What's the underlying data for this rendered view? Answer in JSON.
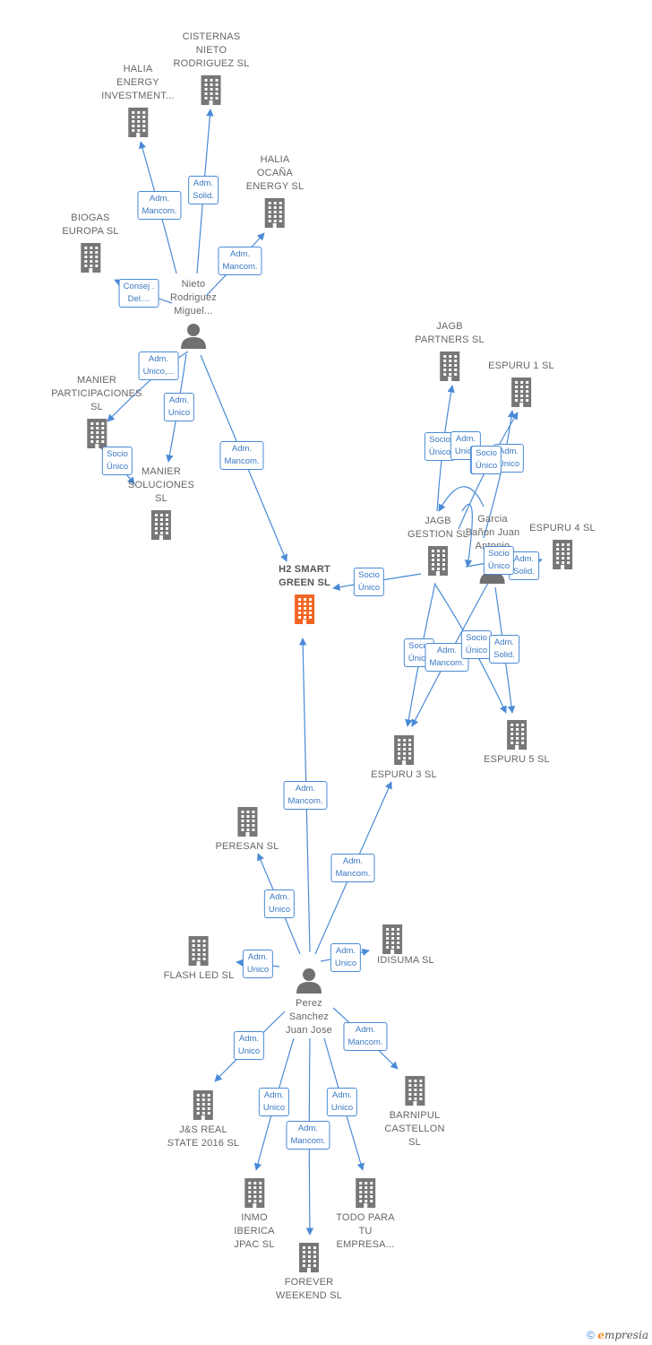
{
  "colors": {
    "edge": "#4a8ad6",
    "company": "#777777",
    "focus": "#f26522",
    "person": "#707070"
  },
  "nodes": [
    {
      "id": "cisternas",
      "type": "company",
      "label": "CISTERNAS\nNIETO\nRODRIGUEZ SL"
    },
    {
      "id": "halia_inv",
      "type": "company",
      "label": "HALIA\nENERGY\nINVESTMENT..."
    },
    {
      "id": "halia_ocana",
      "type": "company",
      "label": "HALIA\nOCAÑA\nENERGY  SL"
    },
    {
      "id": "biogas",
      "type": "company",
      "label": "BIOGAS\nEUROPA  SL"
    },
    {
      "id": "nieto",
      "type": "person",
      "label": "Nieto\nRodriguez\nMiguel..."
    },
    {
      "id": "manier_part",
      "type": "company",
      "label": "MANIER\nPARTICIPACIONES\nSL"
    },
    {
      "id": "manier_sol",
      "type": "company",
      "label": "MANIER\nSOLUCIONES\nSL"
    },
    {
      "id": "h2",
      "type": "focus",
      "label": "H2 SMART\nGREEN  SL"
    },
    {
      "id": "jagb_partners",
      "type": "company",
      "label": "JAGB\nPARTNERS  SL"
    },
    {
      "id": "espuru1",
      "type": "company",
      "label": "ESPURU 1  SL"
    },
    {
      "id": "jagb_gestion",
      "type": "company",
      "label": "JAGB\nGESTION  SL"
    },
    {
      "id": "garcia",
      "type": "person",
      "label": "Garcia\nBañon Juan\nAntonio"
    },
    {
      "id": "espuru4",
      "type": "company",
      "label": "ESPURU 4  SL"
    },
    {
      "id": "espuru3",
      "type": "company",
      "label": "ESPURU 3  SL"
    },
    {
      "id": "espuru5",
      "type": "company",
      "label": "ESPURU 5  SL"
    },
    {
      "id": "peresan",
      "type": "company",
      "label": "PERESAN SL"
    },
    {
      "id": "flashled",
      "type": "company",
      "label": "FLASH LED SL"
    },
    {
      "id": "idisuma",
      "type": "company",
      "label": "IDISUMA SL"
    },
    {
      "id": "perez",
      "type": "person",
      "label": "Perez\nSanchez\nJuan Jose"
    },
    {
      "id": "js",
      "type": "company",
      "label": "J&S REAL\nSTATE 2016  SL"
    },
    {
      "id": "barnipul",
      "type": "company",
      "label": "BARNIPUL\nCASTELLON\nSL"
    },
    {
      "id": "inmo",
      "type": "company",
      "label": "INMO\nIBERICA\nJPAC  SL"
    },
    {
      "id": "todo",
      "type": "company",
      "label": "TODO PARA\nTU\nEMPRESA..."
    },
    {
      "id": "forever",
      "type": "company",
      "label": "FOREVER\nWEEKEND SL"
    }
  ],
  "edges": [
    {
      "from": "nieto",
      "to": "halia_inv",
      "label": "Adm.\nMancom."
    },
    {
      "from": "nieto",
      "to": "cisternas",
      "label": "Adm.\nSolid."
    },
    {
      "from": "nieto",
      "to": "halia_ocana",
      "label": "Adm.\nMancom."
    },
    {
      "from": "nieto",
      "to": "biogas",
      "label": "Consej .\nDel...."
    },
    {
      "from": "nieto",
      "to": "manier_part",
      "label": "Adm.\nUnico,..."
    },
    {
      "from": "nieto",
      "to": "manier_sol",
      "label": "Adm.\nUnico"
    },
    {
      "from": "manier_part",
      "to": "manier_sol",
      "label": "Socio\nÚnico"
    },
    {
      "from": "nieto",
      "to": "h2",
      "label": "Adm.\nMancom."
    },
    {
      "from": "jagb_gestion",
      "to": "h2",
      "label": "Socio\nÚnico"
    },
    {
      "from": "jagb_gestion",
      "to": "jagb_partners",
      "label": "Socio\nÚnico"
    },
    {
      "from": "garcia",
      "to": "jagb_partners",
      "label": "Adm.\nUnico"
    },
    {
      "from": "garcia",
      "to": "jagb_gestion",
      "label": "Socio\nÚnico"
    },
    {
      "from": "garcia",
      "to": "espuru1",
      "label": "Adm.\nUnico"
    },
    {
      "from": "jagb_gestion",
      "to": "espuru1",
      "label": "Socio\nÚnico"
    },
    {
      "from": "garcia",
      "to": "espuru4",
      "label": "Adm.\nSolid."
    },
    {
      "from": "jagb_gestion",
      "to": "espuru4",
      "label": "Socio\nÚnico"
    },
    {
      "from": "jagb_gestion",
      "to": "espuru3",
      "label": "Socio\nÚnico"
    },
    {
      "from": "garcia",
      "to": "espuru3",
      "label": "Adm.\nMancom."
    },
    {
      "from": "jagb_gestion",
      "to": "espuru5",
      "label": "Socio\nÚnico"
    },
    {
      "from": "garcia",
      "to": "espuru5",
      "label": "Adm.\nSolid."
    },
    {
      "from": "perez",
      "to": "h2",
      "label": "Adm.\nMancom."
    },
    {
      "from": "perez",
      "to": "espuru3",
      "label": "Adm.\nMancom."
    },
    {
      "from": "perez",
      "to": "peresan",
      "label": "Adm.\nUnico"
    },
    {
      "from": "perez",
      "to": "flashled",
      "label": "Adm.\nUnico"
    },
    {
      "from": "perez",
      "to": "idisuma",
      "label": "Adm.\nUnico"
    },
    {
      "from": "perez",
      "to": "js",
      "label": "Adm.\nUnico"
    },
    {
      "from": "perez",
      "to": "barnipul",
      "label": "Adm.\nMancom."
    },
    {
      "from": "perez",
      "to": "inmo",
      "label": "Adm.\nUnico"
    },
    {
      "from": "perez",
      "to": "todo",
      "label": "Adm.\nUnico"
    },
    {
      "from": "perez",
      "to": "forever",
      "label": "Adm.\nMancom."
    }
  ],
  "footer": {
    "copyright": "©",
    "brand_initial": "e",
    "brand_rest": "mpresia"
  }
}
